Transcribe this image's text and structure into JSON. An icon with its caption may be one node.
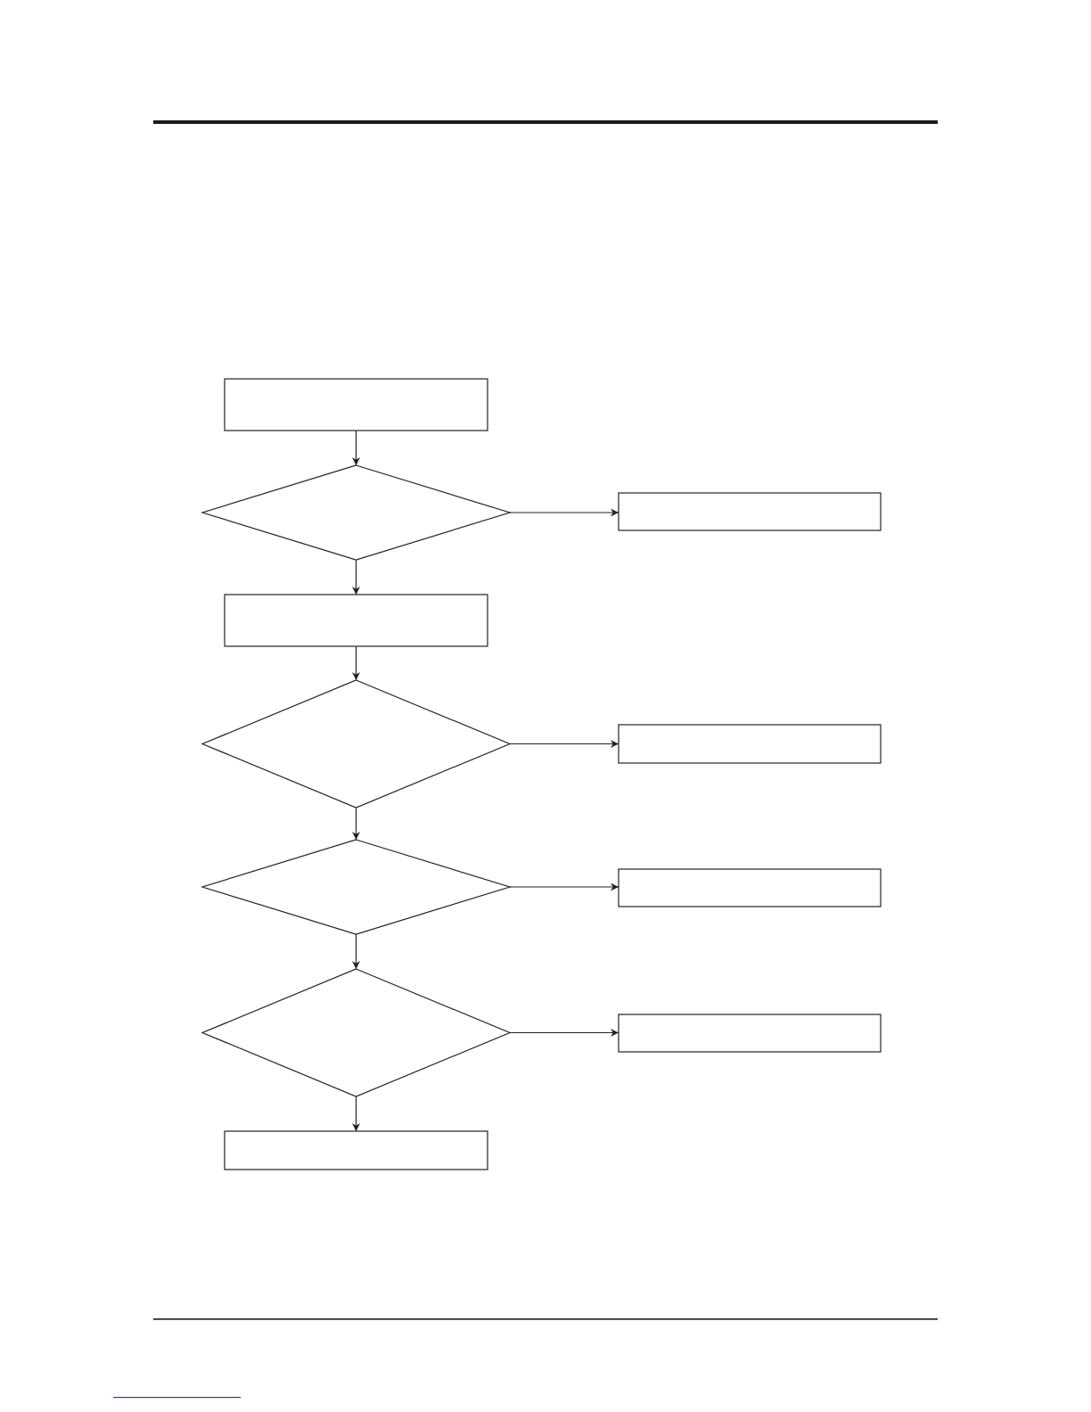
{
  "diagram": {
    "nodes": [
      {
        "text": [],
        "shape": "box"
      },
      {
        "text": [],
        "shape": "diamond"
      },
      {
        "text": [],
        "shape": "box"
      },
      {
        "text": [],
        "shape": "box"
      },
      {
        "text": [],
        "shape": "diamond"
      },
      {
        "text": [],
        "shape": "box"
      },
      {
        "text": [],
        "shape": "diamond"
      },
      {
        "text": [],
        "shape": "box"
      },
      {
        "text": [],
        "shape": "diamond"
      },
      {
        "text": [],
        "shape": "box"
      },
      {
        "text": [],
        "shape": "box"
      }
    ],
    "edges": [
      {
        "from": 0,
        "to": 1,
        "arrow": "to"
      },
      {
        "from": 1,
        "to": 2,
        "arrow": "to"
      },
      {
        "from": 1,
        "to": 3,
        "arrow": "to"
      },
      {
        "from": 3,
        "to": 4,
        "arrow": "to"
      },
      {
        "from": 4,
        "to": 5,
        "arrow": "to"
      },
      {
        "from": 4,
        "to": 6,
        "arrow": "to"
      },
      {
        "from": 6,
        "to": 7,
        "arrow": "to"
      },
      {
        "from": 6,
        "to": 8,
        "arrow": "to"
      },
      {
        "from": 8,
        "to": 9,
        "arrow": "to"
      },
      {
        "from": 8,
        "to": 10,
        "arrow": "to"
      }
    ]
  }
}
